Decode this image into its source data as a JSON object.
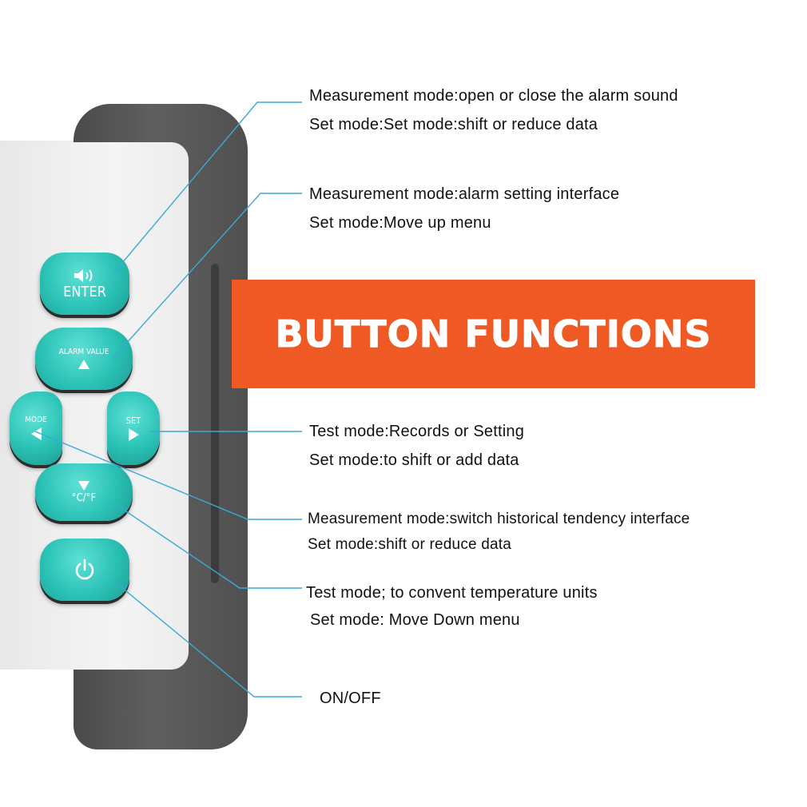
{
  "banner": {
    "title": "BUTTON FUNCTIONS"
  },
  "buttons": {
    "enter": {
      "label": "ENTER",
      "icon": "speaker-icon"
    },
    "alarm": {
      "label": "ALARM VALUE",
      "icon": "triangle-up-icon"
    },
    "mode": {
      "label": "MODE",
      "icon": "triangle-left-icon"
    },
    "set": {
      "label": "SET",
      "icon": "triangle-right-icon"
    },
    "unit": {
      "label": "°C/°F",
      "icon": "triangle-down-icon"
    },
    "power": {
      "icon": "power-icon"
    }
  },
  "annotations": {
    "enter": {
      "line1": "Measurement mode:open or close the alarm sound",
      "line2": "Set mode:Set mode:shift or reduce data"
    },
    "alarm": {
      "line1": "Measurement mode:alarm setting interface",
      "line2": "Set mode:Move up menu"
    },
    "set": {
      "line1": "Test mode:Records or Setting",
      "line2": "Set mode:to shift or add data"
    },
    "mode": {
      "line1": "Measurement mode:switch historical tendency interface",
      "line2": "Set mode:shift or reduce data"
    },
    "unit": {
      "line1": "Test mode; to convent temperature units",
      "line2": "Set mode: Move Down menu"
    },
    "power": {
      "line1": "ON/OFF"
    }
  },
  "colors": {
    "banner": "#ef5a24",
    "button": "#2bc2b6",
    "leader": "#3aa9d6",
    "bumper": "#555555"
  }
}
